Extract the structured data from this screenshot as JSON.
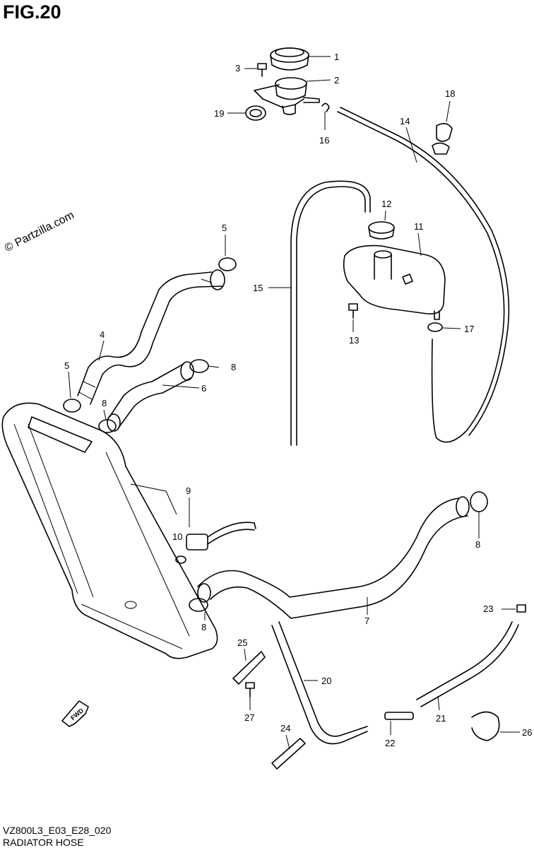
{
  "figure": {
    "title": "FIG.20",
    "watermark": "© Partzilla.com",
    "model_code": "VZ800L3_E03_E28_020",
    "section_name": "RADIATOR HOSE",
    "direction_marker": "FWD"
  },
  "callouts": [
    {
      "num": "1"
    },
    {
      "num": "2"
    },
    {
      "num": "3"
    },
    {
      "num": "4"
    },
    {
      "num": "5"
    },
    {
      "num": "5"
    },
    {
      "num": "6"
    },
    {
      "num": "7"
    },
    {
      "num": "8"
    },
    {
      "num": "8"
    },
    {
      "num": "8"
    },
    {
      "num": "8"
    },
    {
      "num": "9"
    },
    {
      "num": "10"
    },
    {
      "num": "11"
    },
    {
      "num": "12"
    },
    {
      "num": "13"
    },
    {
      "num": "14"
    },
    {
      "num": "15"
    },
    {
      "num": "16"
    },
    {
      "num": "17"
    },
    {
      "num": "18"
    },
    {
      "num": "19"
    },
    {
      "num": "20"
    },
    {
      "num": "21"
    },
    {
      "num": "22"
    },
    {
      "num": "23"
    },
    {
      "num": "24"
    },
    {
      "num": "25"
    },
    {
      "num": "26"
    },
    {
      "num": "27"
    }
  ]
}
